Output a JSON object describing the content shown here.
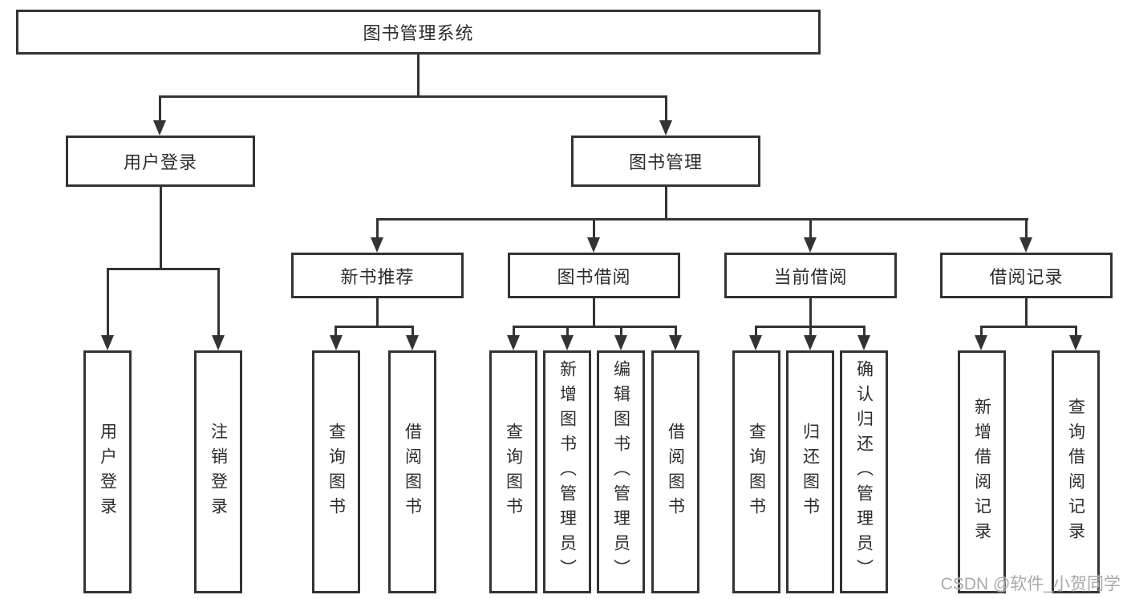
{
  "tree": {
    "label": "图书管理系统",
    "children": [
      {
        "label": "用户登录",
        "children": [
          {
            "label": "用户登录"
          },
          {
            "label": "注销登录"
          }
        ]
      },
      {
        "label": "图书管理",
        "children": [
          {
            "label": "新书推荐",
            "children": [
              {
                "label": "查询图书"
              },
              {
                "label": "借阅图书"
              }
            ]
          },
          {
            "label": "图书借阅",
            "children": [
              {
                "label": "查询图书"
              },
              {
                "label": "新增图书（管理员）"
              },
              {
                "label": "编辑图书（管理员）"
              },
              {
                "label": "借阅图书"
              }
            ]
          },
          {
            "label": "当前借阅",
            "children": [
              {
                "label": "查询图书"
              },
              {
                "label": "归还图书"
              },
              {
                "label": "确认归还（管理员）"
              }
            ]
          },
          {
            "label": "借阅记录",
            "children": [
              {
                "label": "新增借阅记录"
              },
              {
                "label": "查询借阅记录"
              }
            ]
          }
        ]
      }
    ]
  },
  "watermark": "CSDN @软件_小贺同学",
  "colors": {
    "line": "#333333",
    "text": "#2d2d2d",
    "watermark": "#a9a9a9",
    "background": "#ffffff"
  }
}
